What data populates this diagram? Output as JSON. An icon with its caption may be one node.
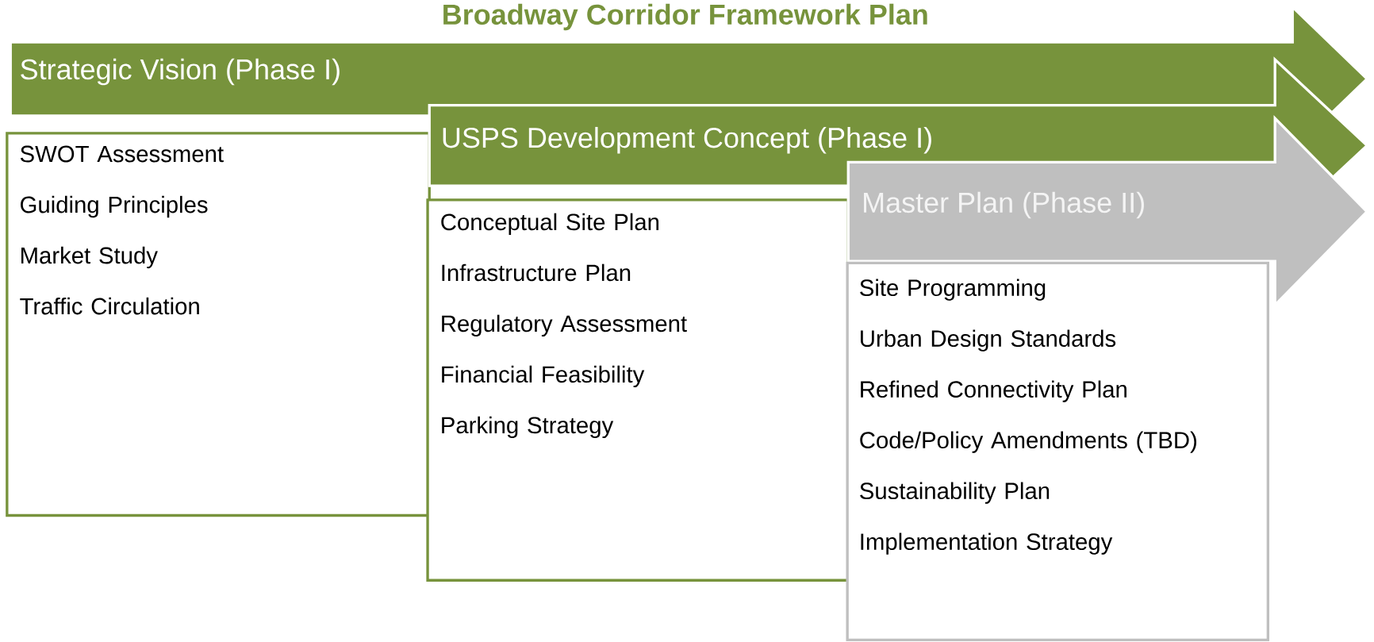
{
  "diagram": {
    "title": "Broadway Corridor Framework Plan",
    "nodes": [
      {
        "text": [
          "Strategic Vision (Phase I)"
        ]
      },
      {
        "text": [
          "SWOT Assessment",
          "Guiding Principles",
          "Market Study",
          "Traffic Circulation"
        ]
      },
      {
        "text": [
          "USPS Development Concept (Phase I)"
        ]
      },
      {
        "text": [
          "Conceptual Site Plan",
          "Infrastructure Plan",
          "Regulatory Assessment",
          "Financial Feasibility",
          "Parking Strategy"
        ]
      },
      {
        "text": [
          "Master Plan (Phase II)"
        ]
      },
      {
        "text": [
          "Site Programming",
          "Urban Design Standards",
          "Refined Connectivity Plan",
          "Code/Policy Amendments (TBD)",
          "Sustainability Plan",
          "Implementation Strategy"
        ]
      }
    ]
  }
}
